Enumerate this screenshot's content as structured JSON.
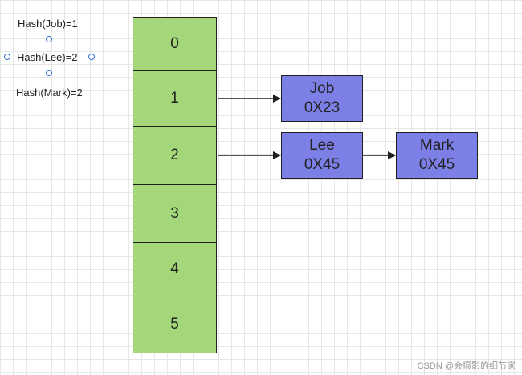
{
  "hash_labels": [
    "Hash(Job)=1",
    "Hash(Lee)=2",
    "Hash(Mark)=2"
  ],
  "buckets": [
    "0",
    "1",
    "2",
    "3",
    "4",
    "5"
  ],
  "nodes": {
    "job": {
      "name": "Job",
      "addr": "0X23"
    },
    "lee": {
      "name": "Lee",
      "addr": "0X45"
    },
    "mark": {
      "name": "Mark",
      "addr": "0X45"
    }
  },
  "colors": {
    "bucket_fill": "#a4d77a",
    "node_fill": "#7b7fe6",
    "handle": "#2f6fd6"
  },
  "watermark": "CSDN @会摄影的细节家"
}
